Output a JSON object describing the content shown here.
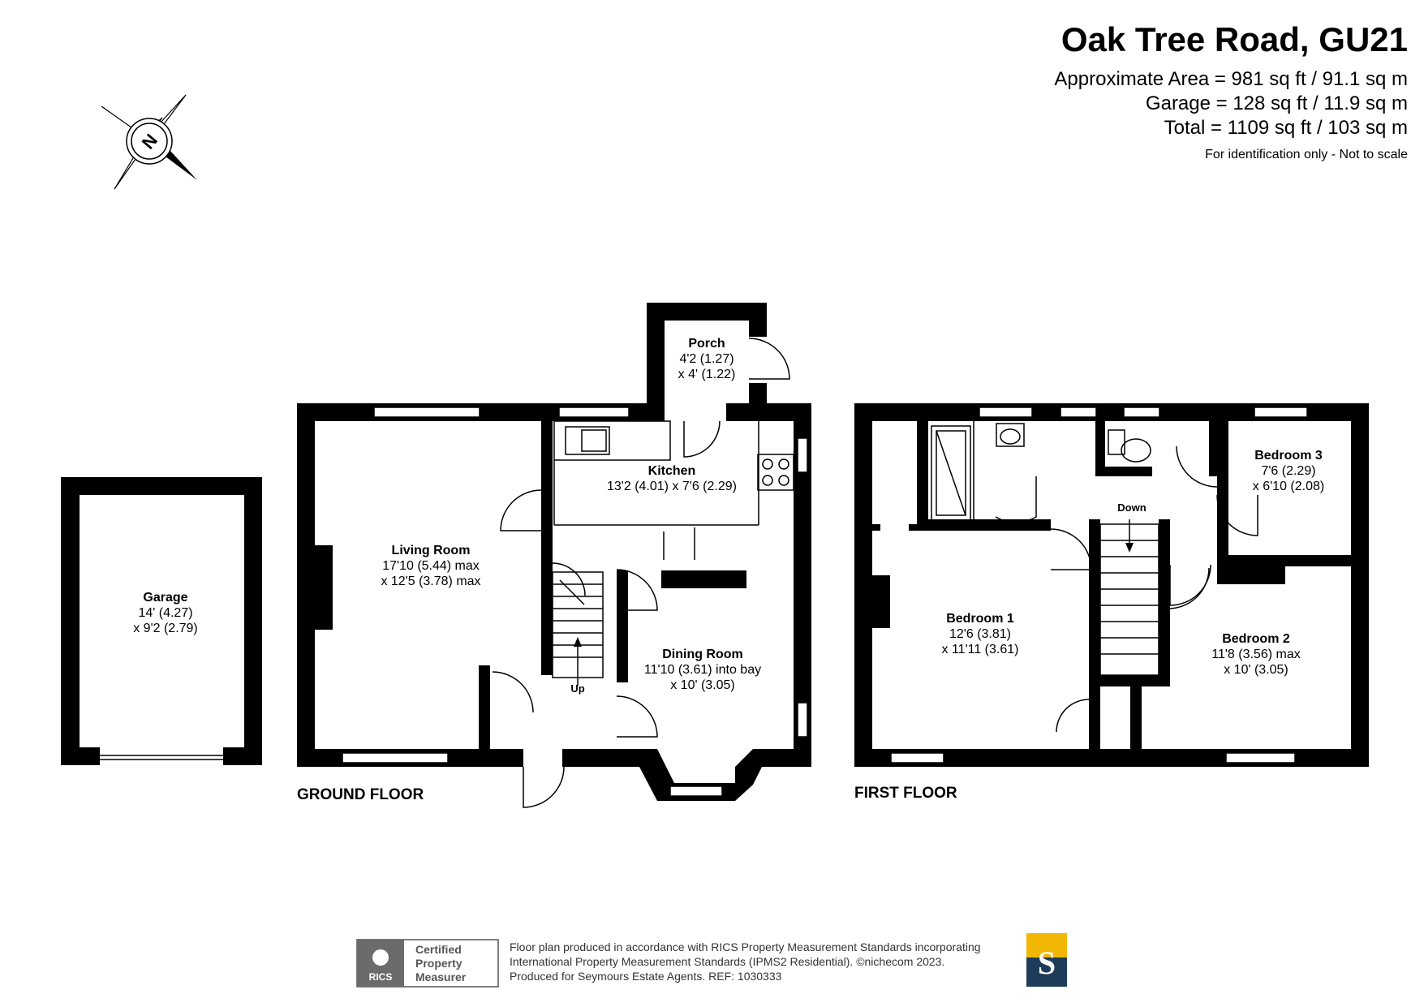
{
  "header": {
    "title": "Oak Tree Road, GU21",
    "approx_area": "Approximate Area = 981 sq ft / 91.1 sq m",
    "garage_area": "Garage = 128 sq ft / 11.9  sq m",
    "total_area": "Total = 1109 sq ft / 103 sq m",
    "note": "For identification only - Not to scale"
  },
  "compass": {
    "label": "N"
  },
  "floors": {
    "ground": "GROUND FLOOR",
    "first": "FIRST FLOOR"
  },
  "rooms": {
    "garage": {
      "name": "Garage",
      "dim1": "14' (4.27)",
      "dim2": "x 9'2 (2.79)"
    },
    "porch": {
      "name": "Porch",
      "dim1": "4'2 (1.27)",
      "dim2": "x 4' (1.22)"
    },
    "kitchen": {
      "name": "Kitchen",
      "dim1": "13'2 (4.01) x 7'6 (2.29)"
    },
    "living": {
      "name": "Living Room",
      "dim1": "17'10 (5.44) max",
      "dim2": "x 12'5 (3.78) max"
    },
    "dining": {
      "name": "Dining Room",
      "dim1": "11'10 (3.61) into bay",
      "dim2": "x 10' (3.05)"
    },
    "bedroom1": {
      "name": "Bedroom 1",
      "dim1": "12'6 (3.81)",
      "dim2": "x 11'11 (3.61)"
    },
    "bedroom2": {
      "name": "Bedroom 2",
      "dim1": "11'8 (3.56) max",
      "dim2": "x 10' (3.05)"
    },
    "bedroom3": {
      "name": "Bedroom 3",
      "dim1": "7'6 (2.29)",
      "dim2": "x 6'10 (2.08)"
    }
  },
  "stairs": {
    "up": "Up",
    "down": "Down"
  },
  "footer": {
    "rics": "RICS",
    "cert_line1": "Certified",
    "cert_line2": "Property",
    "cert_line3": "Measurer",
    "text_line1": "Floor plan produced in accordance with RICS Property Measurement Standards incorporating",
    "text_line2": "International Property Measurement Standards (IPMS2 Residential).  ©nichecom 2023.",
    "text_line3": "Produced for Seymours Estate Agents.   REF:  1030333",
    "logo_letter": "S",
    "logo_colors": {
      "top": "#f2b705",
      "bottom": "#1f3b5a"
    }
  }
}
